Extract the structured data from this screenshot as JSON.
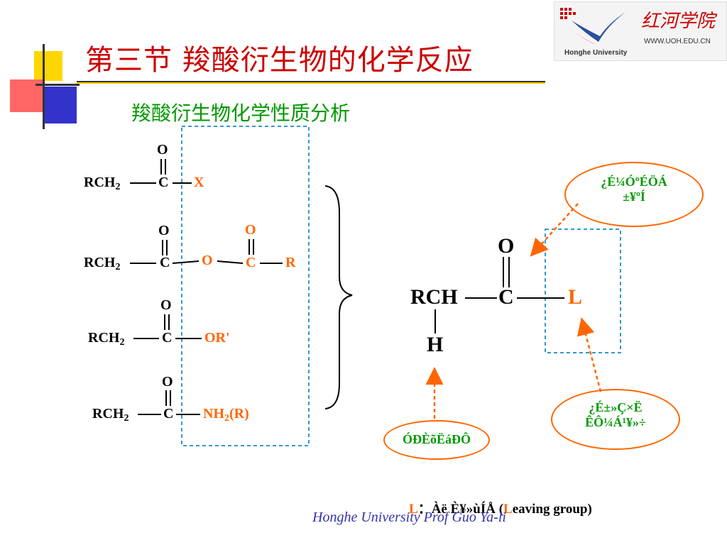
{
  "title": "第三节 羧酸衍生物的化学反应",
  "subtitle": "羧酸衍生物化学性质分析",
  "logo": {
    "name_cn": "红河学院",
    "url": "WWW.UOH.EDU.CN",
    "name_en": "Honghe University"
  },
  "molecules": {
    "o": "O",
    "c": "C",
    "rch": "RCH",
    "sub2": "2",
    "acyl_halide_x": "X",
    "anhydride_o": "O",
    "anhydride_r": "R",
    "ester_or": "OR'",
    "amide_nh": "NH",
    "amide_r": "(R)"
  },
  "general": {
    "o": "O",
    "rch": "RCH",
    "c": "C",
    "l": "L",
    "h": "H"
  },
  "bubbles": {
    "top_line1": "¿É¼ÓºÉÖÁ",
    "top_line2": "±¥ºÍ",
    "bottom_right_line1": "¿É±»Ç×Ë",
    "bottom_right_line2": "ÊÔ¼Á¹¥»÷",
    "bottom_left": "ÓÐÈõËáÐÔ"
  },
  "caption": {
    "l": "L",
    "colon": "：",
    "garbled": "Àë È¥»ùÍÅ (",
    "l2": "L",
    "rest": "eaving group)"
  },
  "footer": "Honghe University Prof Guo Ya-li"
}
